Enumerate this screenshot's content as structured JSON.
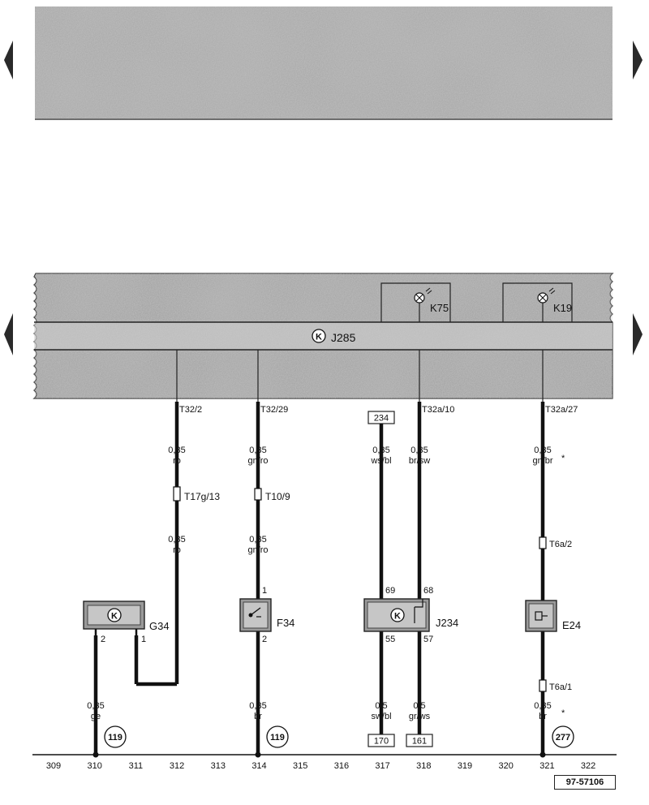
{
  "cluster": {
    "label": "J285"
  },
  "lamps": [
    {
      "id": "k75",
      "label": "K75"
    },
    {
      "id": "k19",
      "label": "K19"
    }
  ],
  "wires": [
    {
      "id": "w-t32-2",
      "terminal": "T32/2",
      "labels": [
        [
          "0,35",
          "ro"
        ],
        [
          "0,35",
          "ro"
        ]
      ],
      "connector": "T17g/13",
      "gauge_end": [
        "0,35",
        "ge"
      ]
    },
    {
      "id": "w-t32-29",
      "terminal": "T32/29",
      "labels": [
        [
          "0,35",
          "gn/ro"
        ],
        [
          "0,35",
          "gn/ro"
        ],
        [
          "0,35",
          "br"
        ]
      ],
      "connector": "T10/9",
      "pins": [
        "1",
        "2"
      ]
    },
    {
      "id": "w-234",
      "ref_top": "234",
      "labels": [
        [
          "0,35",
          "ws/bl"
        ],
        [
          "0,5",
          "sw/bl"
        ]
      ],
      "pins": [
        "69",
        "55"
      ],
      "ref_bottom": "170"
    },
    {
      "id": "w-t32a-10",
      "terminal": "T32a/10",
      "labels": [
        [
          "0,35",
          "br/sw"
        ],
        [
          "0,5",
          "gr/ws"
        ]
      ],
      "pins": [
        "68",
        "57"
      ],
      "ref_bottom": "161"
    },
    {
      "id": "w-t32a-27",
      "terminal": "T32a/27",
      "labels": [
        [
          "0,35",
          "gn/br",
          "*"
        ],
        [
          "0,35",
          "br",
          "*"
        ]
      ],
      "connectors": [
        "T6a/2",
        "T6a/1"
      ]
    }
  ],
  "components": [
    {
      "id": "g34",
      "label": "G34",
      "pins": [
        "2",
        "1"
      ]
    },
    {
      "id": "f34",
      "label": "F34"
    },
    {
      "id": "j234",
      "label": "J234"
    },
    {
      "id": "e24",
      "label": "E24"
    }
  ],
  "ground_refs": [
    "119",
    "119",
    "277"
  ],
  "current_tracks": [
    "309",
    "310",
    "311",
    "312",
    "313",
    "314",
    "315",
    "316",
    "317",
    "318",
    "319",
    "320",
    "321",
    "322"
  ],
  "document_ref": "97-57106"
}
